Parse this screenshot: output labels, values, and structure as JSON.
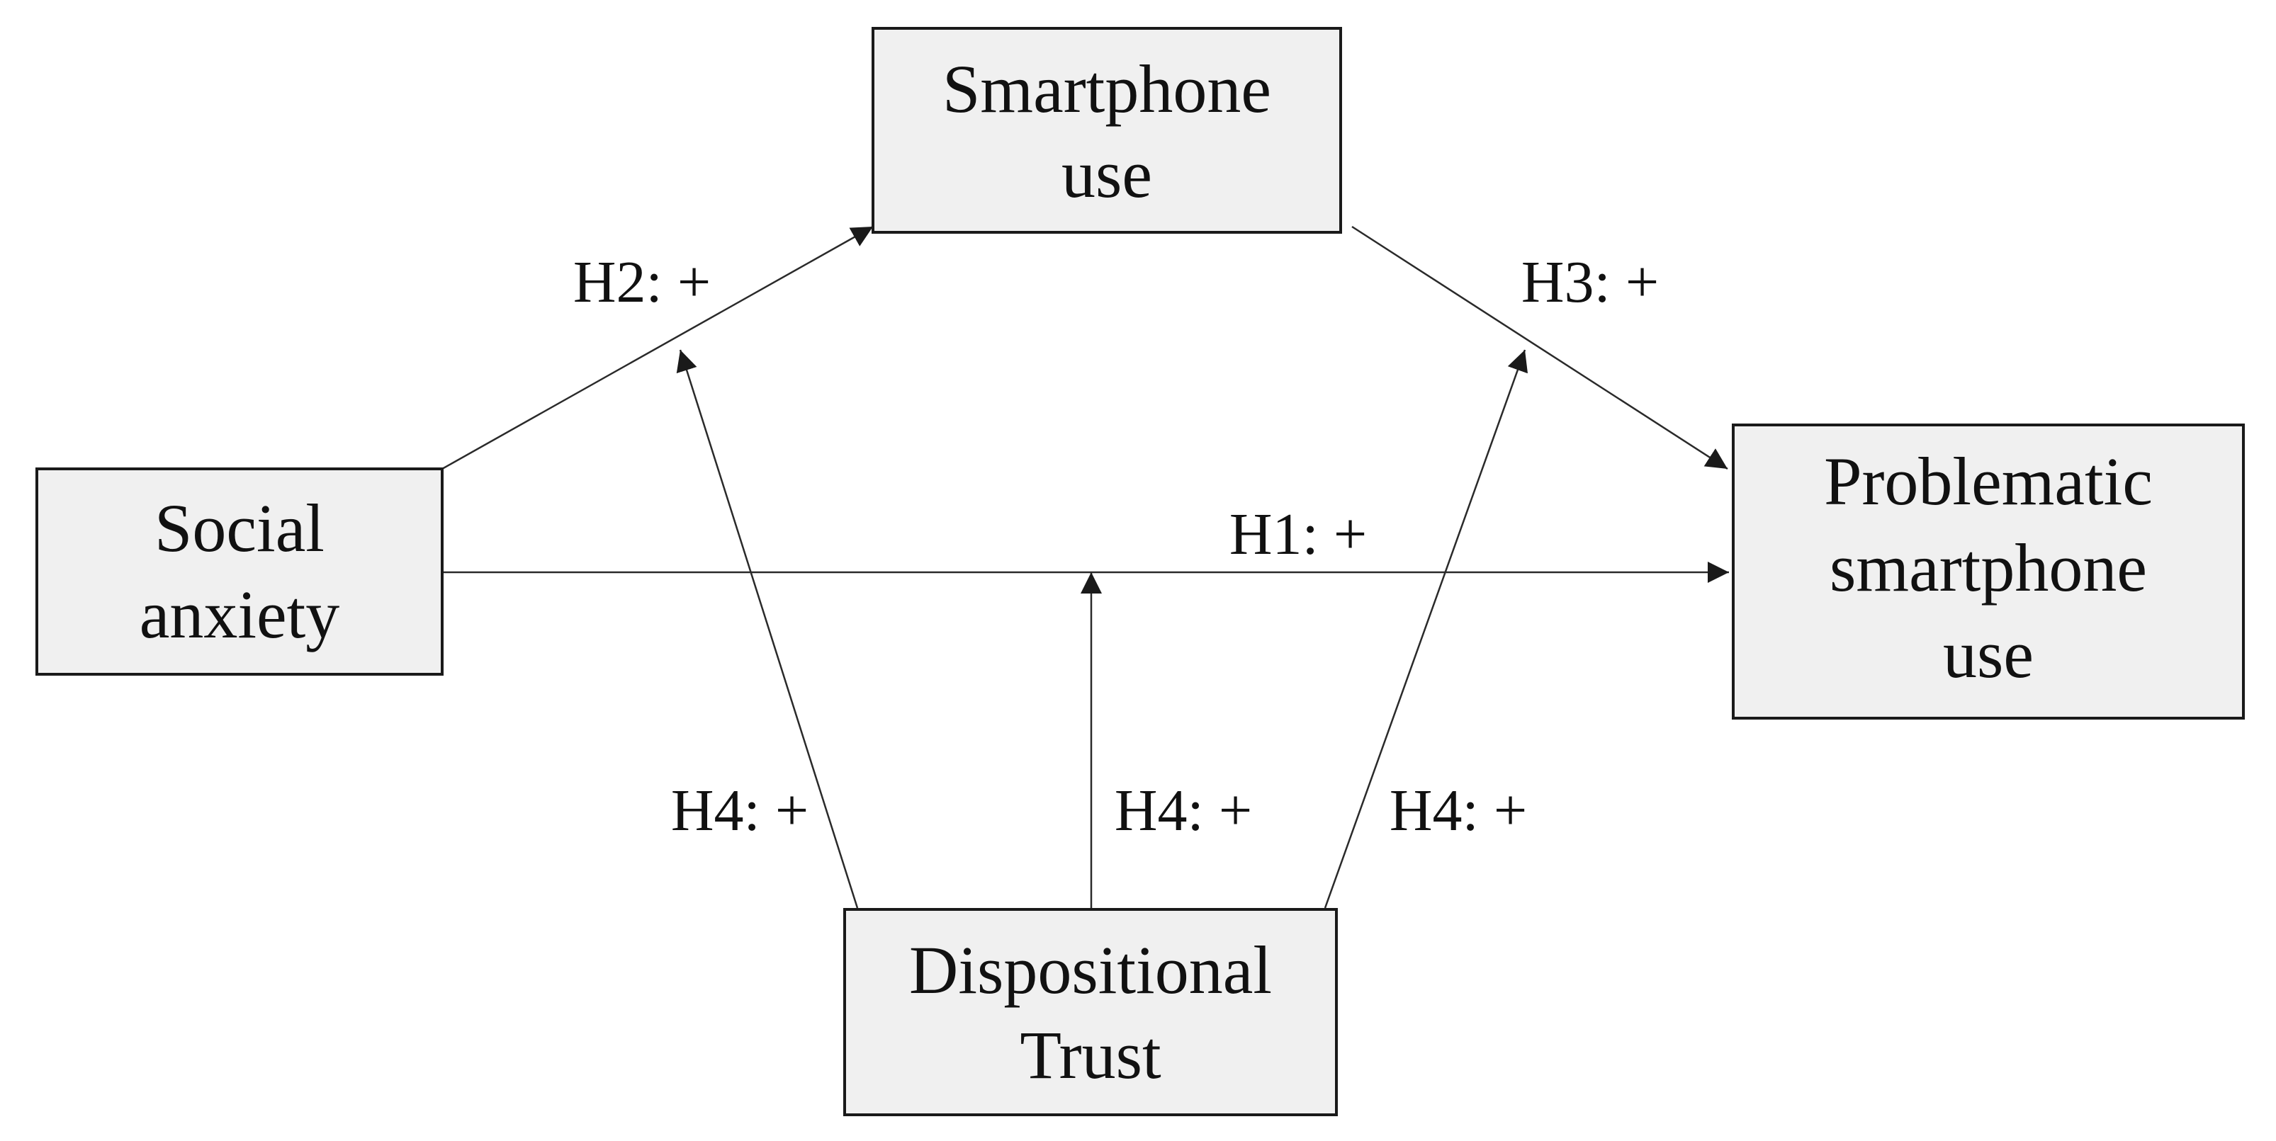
{
  "nodes": {
    "smartphone_use": {
      "lines": [
        "Smartphone",
        "use"
      ]
    },
    "social_anxiety": {
      "lines": [
        "Social",
        "anxiety"
      ]
    },
    "problematic_use": {
      "lines": [
        "Problematic",
        "smartphone",
        "use"
      ]
    },
    "dispositional_trust": {
      "lines": [
        "Dispositional",
        "Trust"
      ]
    }
  },
  "edges": {
    "h1": "H1: +",
    "h2": "H2: +",
    "h3": "H3: +",
    "h4_left": "H4: +",
    "h4_center": "H4: +",
    "h4_right": "H4: +"
  }
}
